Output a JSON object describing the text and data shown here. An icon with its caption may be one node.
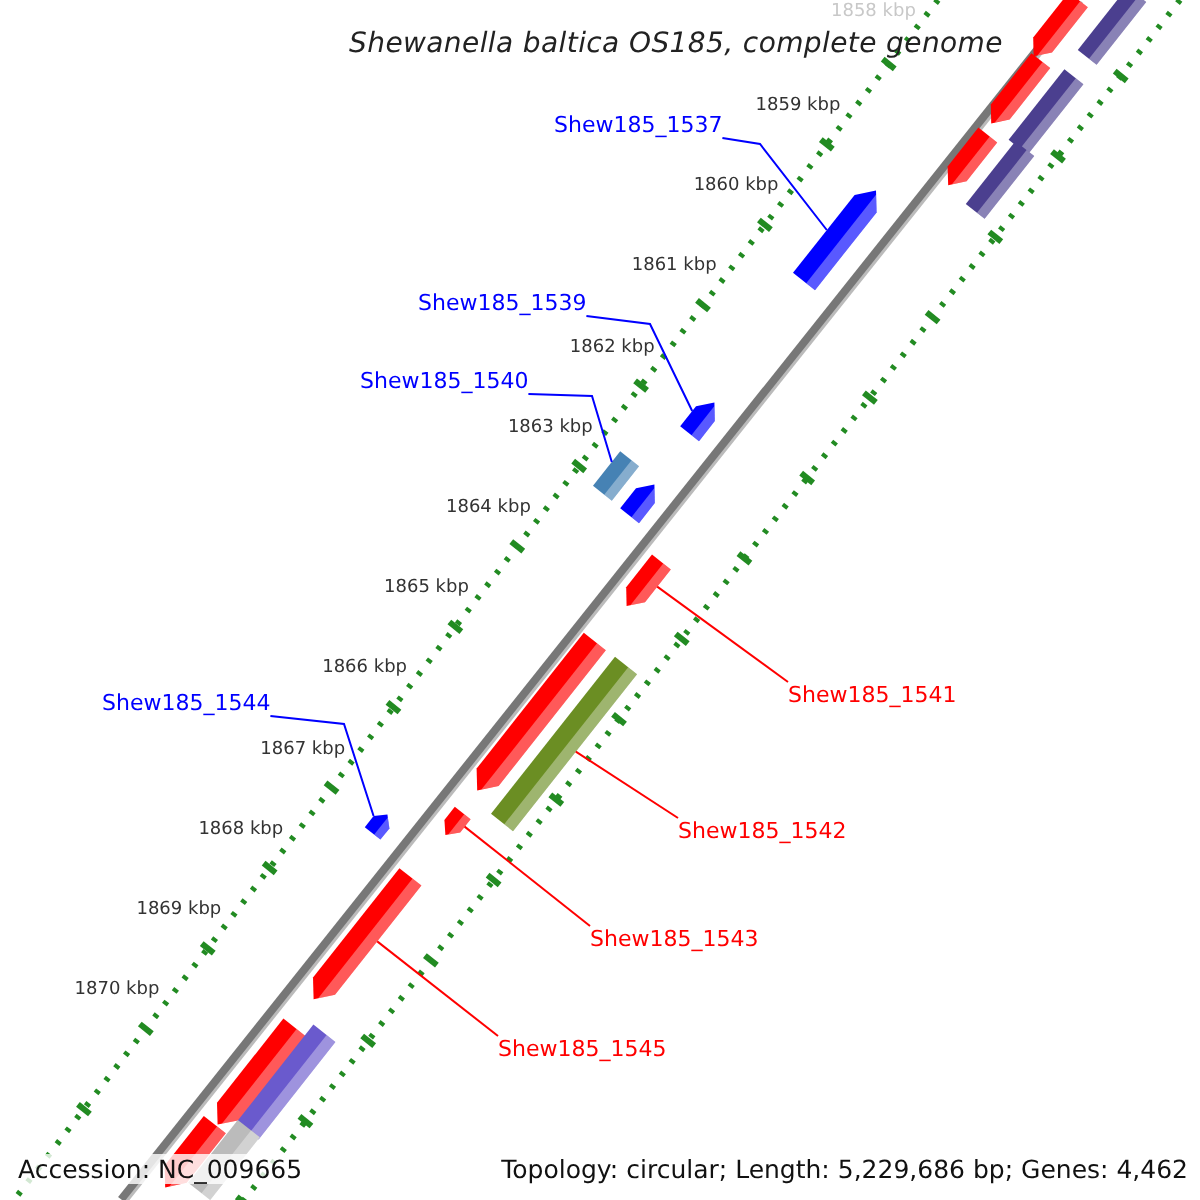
{
  "diagram": {
    "title": "Shewanella baltica OS185, complete genome",
    "nodes": [
      {
        "text": [
          "Shew185_1537"
        ]
      },
      {
        "text": [
          "Shew185_1539"
        ]
      },
      {
        "text": [
          "Shew185_1540"
        ]
      },
      {
        "text": [
          "Shew185_1541"
        ]
      },
      {
        "text": [
          "Shew185_1544"
        ]
      },
      {
        "text": [
          "Shew185_1542"
        ]
      },
      {
        "text": [
          "Shew185_1543"
        ]
      },
      {
        "text": [
          "Shew185_1545"
        ]
      },
      {
        "text": [],
        "shape": "arrow"
      },
      {
        "text": [],
        "shape": "box"
      },
      {
        "text": [],
        "shape": "arrow"
      },
      {
        "text": [],
        "shape": "box"
      },
      {
        "text": [],
        "shape": "arrow"
      },
      {
        "text": [],
        "shape": "box"
      },
      {
        "text": [],
        "shape": "arrow"
      },
      {
        "text": [],
        "shape": "arrow"
      },
      {
        "text": [],
        "shape": "box"
      },
      {
        "text": [],
        "shape": "arrow"
      },
      {
        "text": [],
        "shape": "arrow"
      },
      {
        "text": [],
        "shape": "arrow"
      },
      {
        "text": [],
        "shape": "box"
      },
      {
        "text": [],
        "shape": "arrow"
      },
      {
        "text": [],
        "shape": "arrow"
      },
      {
        "text": [],
        "shape": "arrow"
      },
      {
        "text": [],
        "shape": "arrow"
      },
      {
        "text": [],
        "shape": "box"
      },
      {
        "text": [],
        "shape": "arrow"
      },
      {
        "text": [],
        "shape": "box"
      }
    ],
    "edges": [
      {
        "from": 0,
        "to": 14,
        "arrow": "none",
        "color": "#0000ff"
      },
      {
        "from": 1,
        "to": 15,
        "arrow": "none",
        "color": "#0000ff"
      },
      {
        "from": 2,
        "to": 16,
        "arrow": "none",
        "color": "#0000ff"
      },
      {
        "from": 3,
        "to": 18,
        "arrow": "none",
        "color": "#ff0000"
      },
      {
        "from": 4,
        "to": 21,
        "arrow": "none",
        "color": "#0000ff"
      },
      {
        "from": 5,
        "to": 20,
        "arrow": "none",
        "color": "#ff0000"
      },
      {
        "from": 6,
        "to": 22,
        "arrow": "none",
        "color": "#ff0000"
      },
      {
        "from": 7,
        "to": 23,
        "arrow": "none",
        "color": "#ff0000"
      }
    ],
    "labels": [
      "1858 kbp",
      "1859 kbp",
      "1860 kbp",
      "1861 kbp",
      "1862 kbp",
      "1863 kbp",
      "1864 kbp",
      "1865 kbp",
      "1866 kbp",
      "1867 kbp",
      "1868 kbp",
      "1869 kbp",
      "1870 kbp",
      "Accession: NC_009665",
      "Topology: circular; Length: 5,229,686 bp; Genes: 4,462"
    ]
  }
}
